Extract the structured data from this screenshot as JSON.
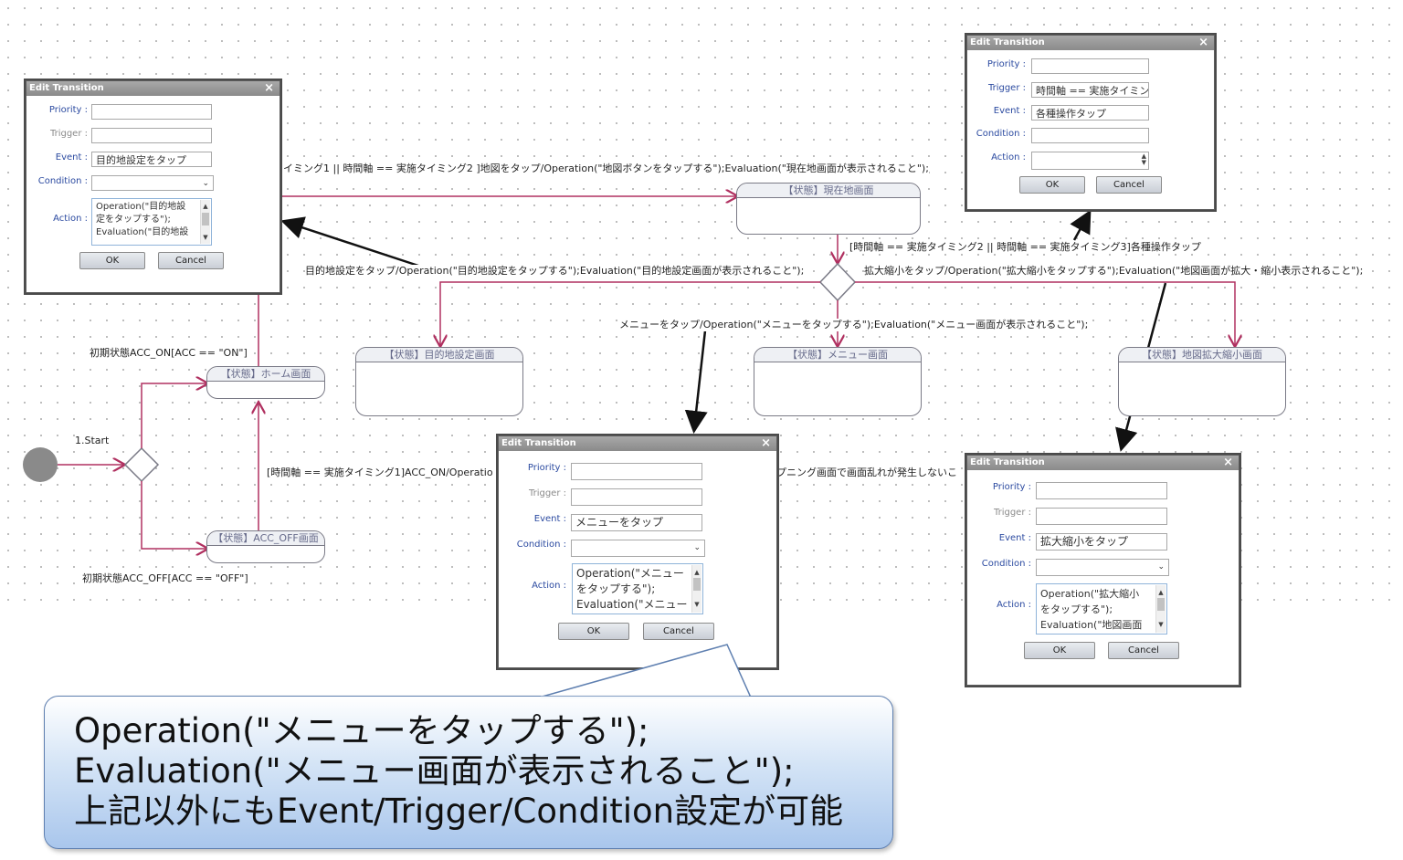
{
  "diagram": {
    "start_label": "1.Start",
    "edges": {
      "init_on": "初期状態ACC_ON[ACC == \"ON\"]",
      "init_off": "初期状態ACC_OFF[ACC == \"OFF\"]",
      "to_map": "イミング1 ||  時間軸 == 実施タイミング2 ]地図をタップ/Operation(\"地図ボタンをタップする\");Evaluation(\"現在地画面が表示されること\");",
      "to_dest": "目的地設定をタップ/Operation(\"目的地設定をタップする\");Evaluation(\"目的地設定画面が表示されること\");",
      "to_zoom": "拡大縮小をタップ/Operation(\"拡大縮小をタップする\");Evaluation(\"地図画面が拡大・縮小表示されること\");",
      "branch_guard": "[時間軸 == 実施タイミング2 || 時間軸 == 実施タイミング3]各種操作タップ",
      "to_menu": "メニューをタップ/Operation(\"メニューをタップする\");Evaluation(\"メニュー画面が表示されること\");",
      "home_back": "[時間軸 == 実施タイミング1]ACC_ON/Operatio",
      "opening": "プニング画面で画面乱れが発生しないこ"
    },
    "states": {
      "current_map": "【状態】現在地画面",
      "dest": "【状態】目的地設定画面",
      "menu": "【状態】メニュー画面",
      "zoom": "【状態】地図拡大縮小画面",
      "home": "【状態】ホーム画面",
      "acc_off": "【状態】ACC_OFF画面"
    }
  },
  "dialogs": {
    "title": "Edit Transition",
    "labels": {
      "priority": "Priority :",
      "trigger": "Trigger :",
      "event": "Event :",
      "condition": "Condition :",
      "action": "Action :"
    },
    "ok": "OK",
    "cancel": "Cancel",
    "d1": {
      "event": "目的地設定をタップ",
      "action": [
        "Operation(\"目的地設",
        "定をタップする\");",
        "Evaluation(\"目的地設"
      ]
    },
    "d2": {
      "trigger": "時間軸 == 実施タイミン",
      "event": "各種操作タップ"
    },
    "d3": {
      "event": "メニューをタップ",
      "action": [
        "Operation(\"メニュー",
        "をタップする\");",
        "Evaluation(\"メニュー"
      ]
    },
    "d4": {
      "event": "拡大縮小をタップ",
      "action": [
        "Operation(\"拡大縮小",
        "をタップする\");",
        "Evaluation(\"地図画面"
      ]
    }
  },
  "callout": {
    "line1": "Operation(\"メニューをタップする\");",
    "line2": "Evaluation(\"メニュー画面が表示されること\");",
    "line3": "上記以外にもEvent/Trigger/Condition設定が可能"
  },
  "colors": {
    "transition": "#b03060",
    "pointer": "#111111",
    "callout_border": "#5e7fb0"
  }
}
